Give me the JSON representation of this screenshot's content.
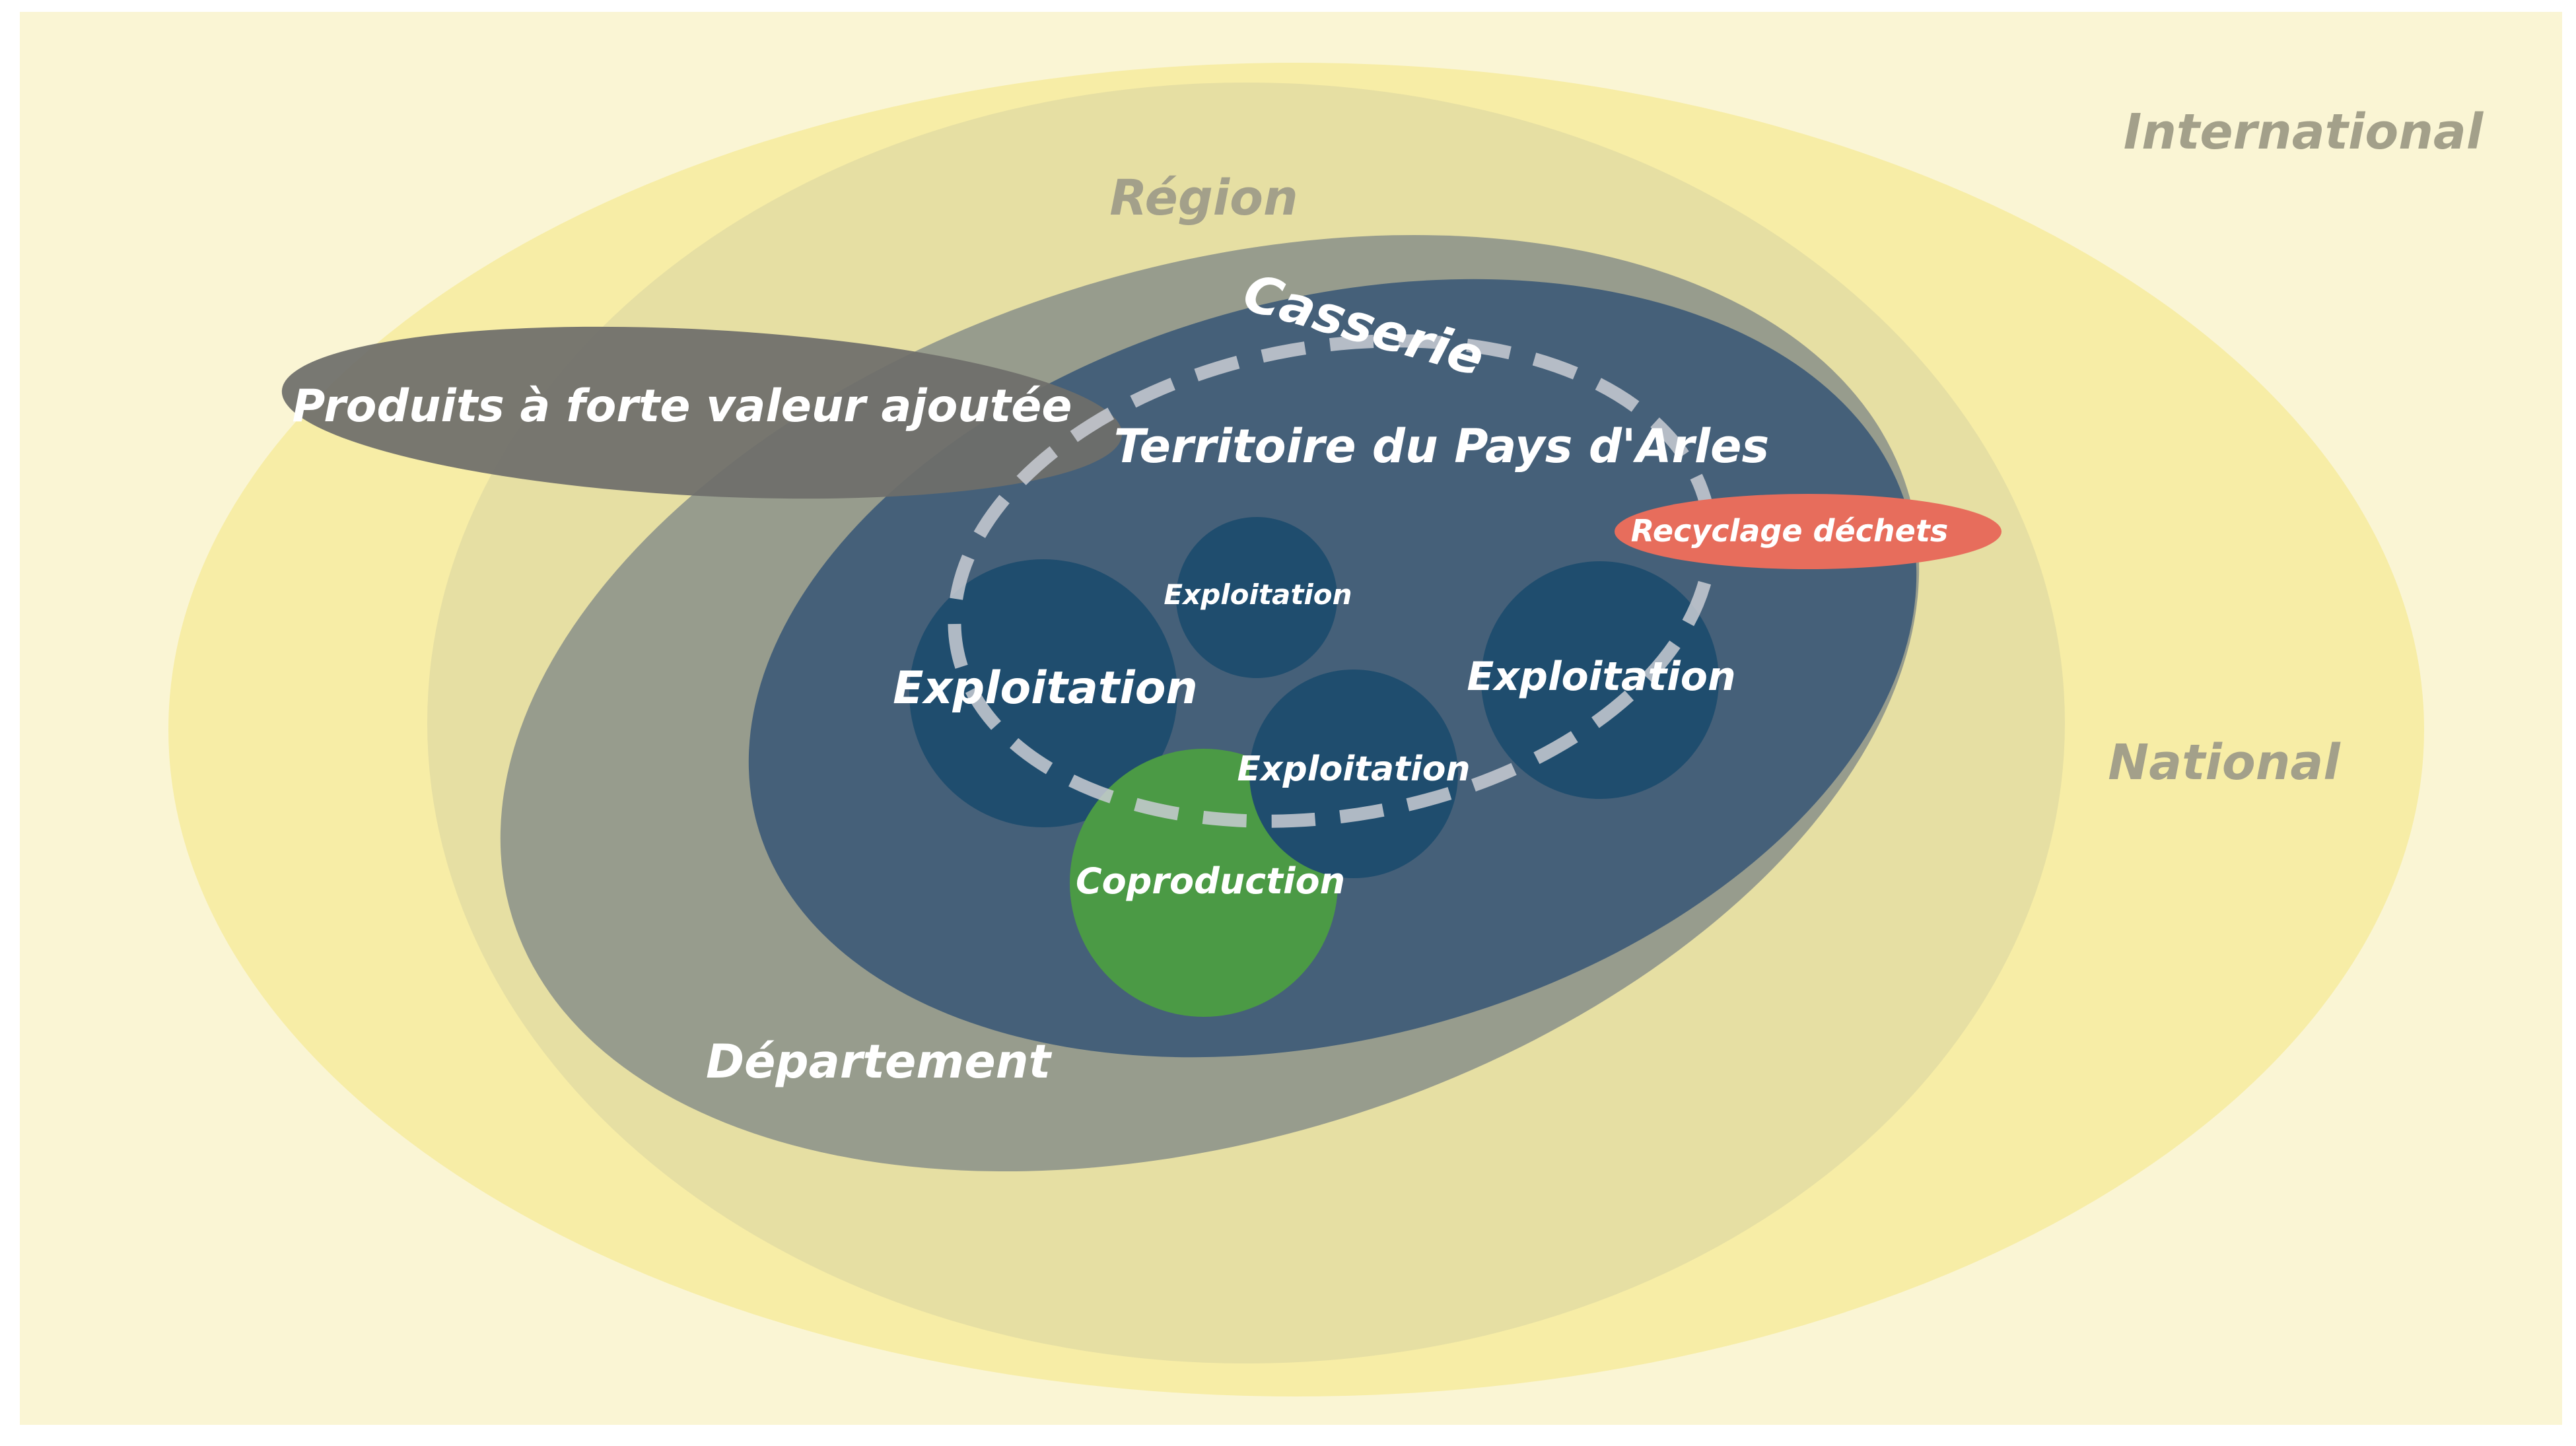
{
  "diagram": {
    "labels": {
      "international": "International",
      "national": "National",
      "region": "Région",
      "departement": "Département",
      "territoire": "Territoire du Pays d'Arles",
      "casserie": "Casserie",
      "produits": "Produits à forte valeur ajoutée",
      "recyclage": "Recyclage déchets",
      "coproduction": "Coproduction",
      "exploitation_left": "Exploitation",
      "exploitation_small": "Exploitation",
      "exploitation_center": "Exploitation",
      "exploitation_right": "Exploitation"
    },
    "colors": {
      "background": "#FAF5D4",
      "national": "#F7EDA6",
      "region": "#E6DFA3",
      "departement": "#979C8D",
      "territoire": "#456079",
      "exploitation": "#1F4D6E",
      "coproduction": "#4B9A45",
      "produits": "#6E6E6A",
      "recyclage": "#E76D5C",
      "casserie_dash": "#C9CDD3",
      "scale_label": "#A3A08A",
      "white_label": "#FFFFFF"
    }
  }
}
